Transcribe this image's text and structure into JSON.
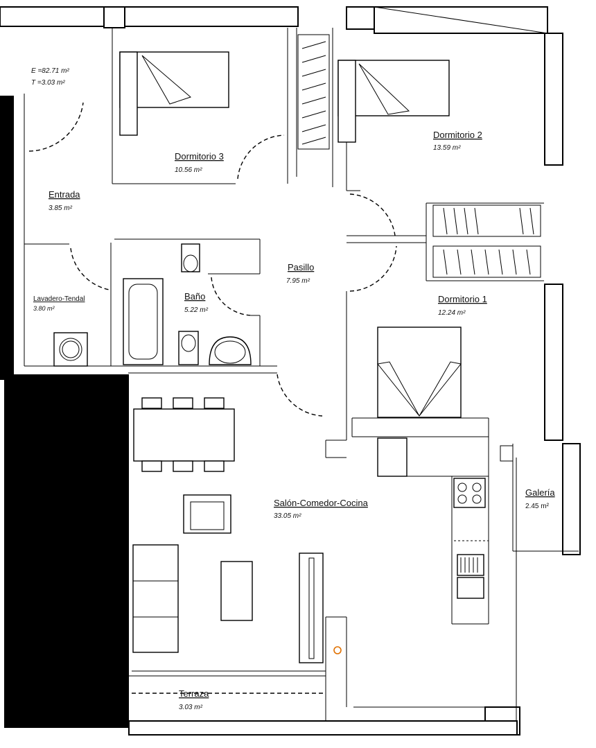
{
  "plan": {
    "rooms": {
      "bedroom3": {
        "name": "Dormitorio 3",
        "area": "10.56 m²"
      },
      "bedroom2": {
        "name": "Dormitorio 2",
        "area": "13.59 m²"
      },
      "entrance": {
        "name": "Entrada",
        "area": "3.85 m²"
      },
      "corridor": {
        "name": "Pasillo",
        "area": "7.95 m²"
      },
      "bathroom": {
        "name": "Baño",
        "area": "5.22 m²"
      },
      "laundry": {
        "name": "Lavadero-Tendal",
        "area": "3.80 m²"
      },
      "bedroom1": {
        "name": "Dormitorio 1",
        "area": "12.24 m²"
      },
      "living": {
        "name": "Salón-Comedor-Cocina",
        "area": "33.05 m²"
      },
      "gallery": {
        "name": "Galería",
        "area": "2.45 m²"
      },
      "terrace": {
        "name": "Terraza",
        "area": "3.03 m²"
      }
    },
    "summary": {
      "line1": "E =82.71 m²",
      "line2": "T =3.03 m²"
    }
  }
}
